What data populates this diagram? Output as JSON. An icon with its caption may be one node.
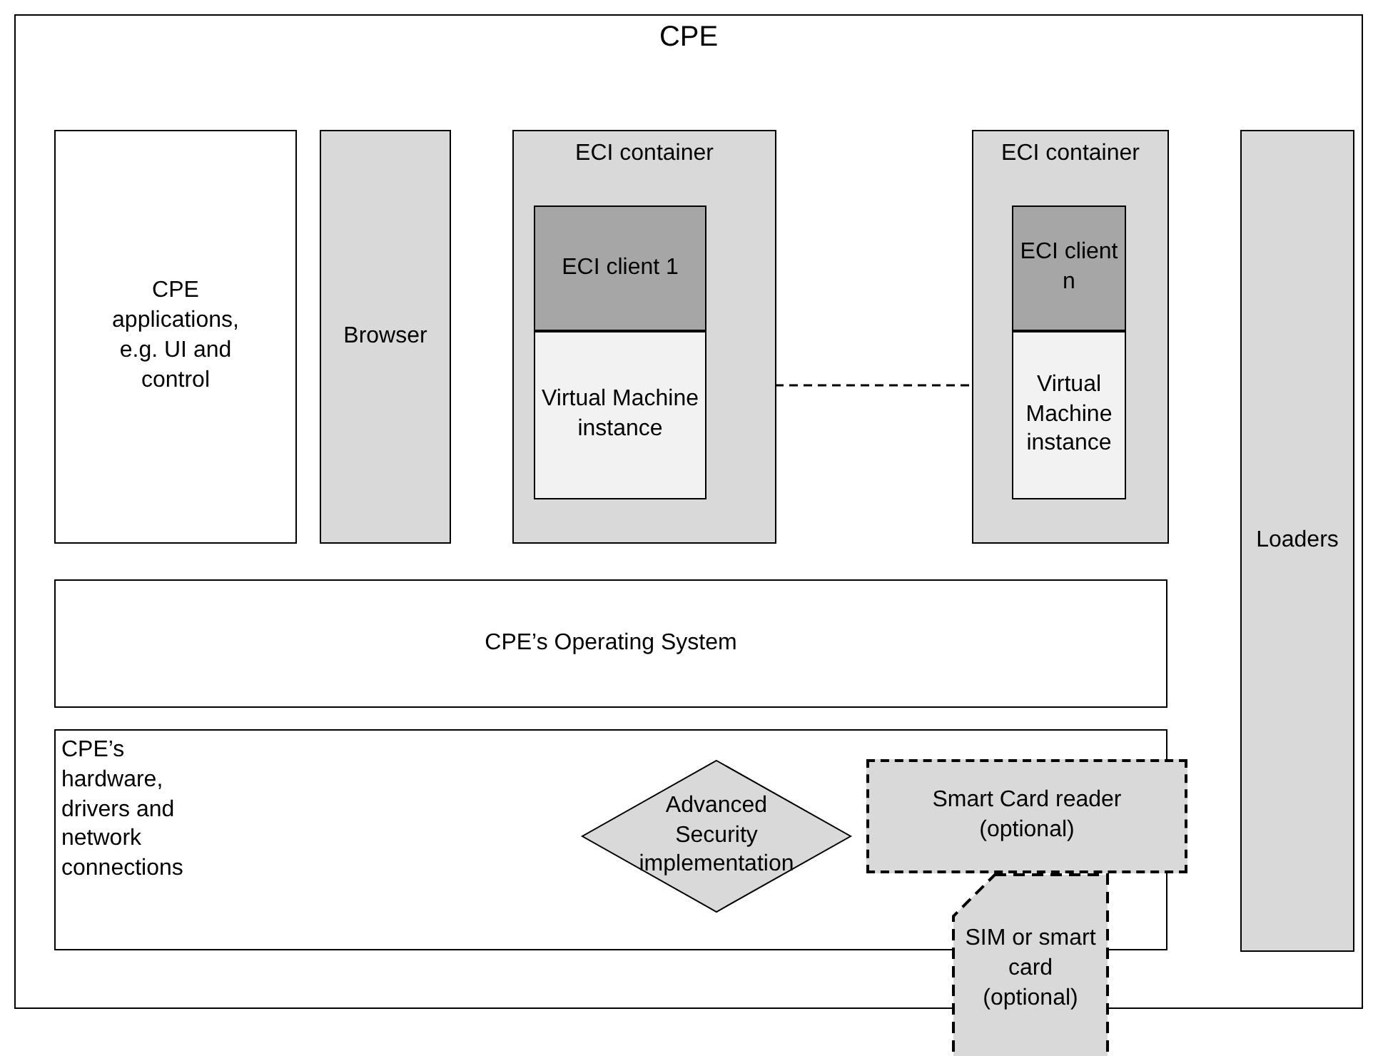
{
  "diagram": {
    "nodes": [
      {
        "text": [
          "CPE"
        ]
      },
      {
        "text": [
          "CPE applications, e.g. UI and control"
        ],
        "in": 0
      },
      {
        "text": [
          "Browser"
        ],
        "in": 0
      },
      {
        "text": [
          "ECI  container"
        ],
        "in": 0
      },
      {
        "text": [
          "ECI client 1"
        ],
        "in": 3
      },
      {
        "text": [
          "Virtual Machine instance"
        ],
        "in": 3
      },
      {
        "text": [
          "ECI  container"
        ],
        "in": 0
      },
      {
        "text": [
          "ECI client n"
        ],
        "in": 6
      },
      {
        "text": [
          "Virtual Machine instance"
        ],
        "in": 6
      },
      {
        "text": [
          "Loaders"
        ],
        "in": 0
      },
      {
        "text": [
          "CPE’s Operating System"
        ],
        "in": 0
      },
      {
        "text": [
          "CPE’s hardware, drivers and network connections"
        ],
        "in": 0
      },
      {
        "text": [
          "Advanced Security implementation"
        ],
        "in": 11
      },
      {
        "text": [
          "Smart Card reader (optional)"
        ],
        "in": 11
      },
      {
        "text": [
          "SIM or smart card (optional)"
        ]
      }
    ],
    "edges": [
      {
        "from": 3,
        "to": 6,
        "arrow": "none",
        "style": "dashed"
      }
    ]
  }
}
